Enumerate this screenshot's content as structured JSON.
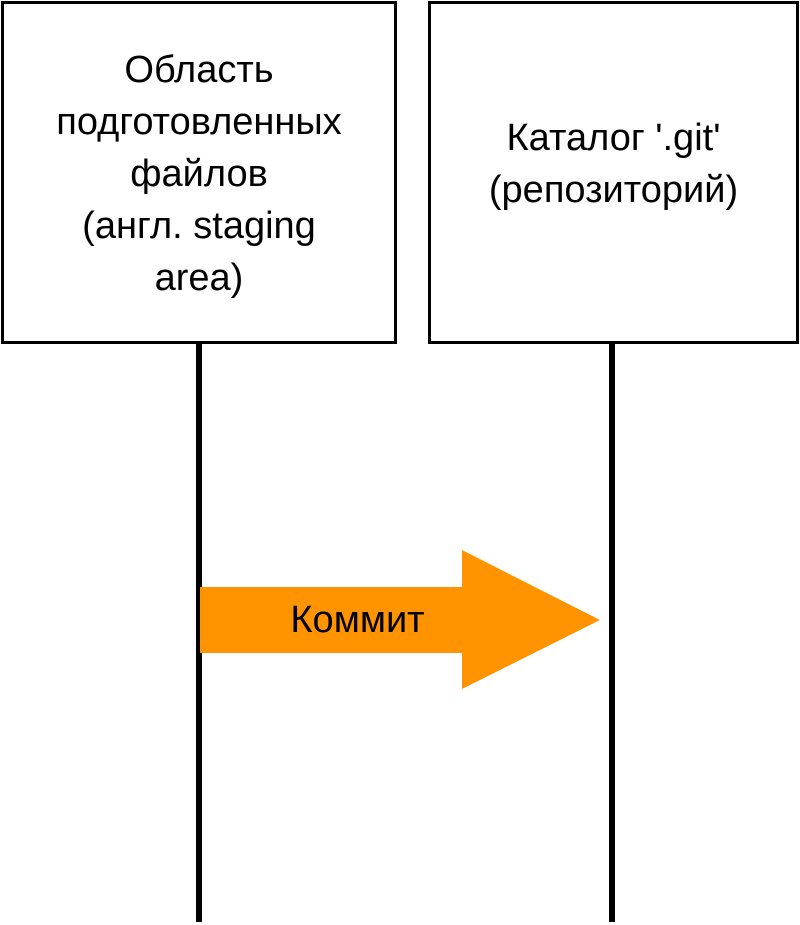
{
  "participants": [
    {
      "label": "Область\nподготовленных\nфайлов\n(англ. staging\narea)"
    },
    {
      "label": "Каталог '.git'\n(репозиторий)"
    }
  ],
  "message": {
    "label": "Коммит",
    "color": "#FF9400"
  },
  "colors": {
    "line": "#000000",
    "box_border": "#000000",
    "background": "#FFFFFF"
  }
}
